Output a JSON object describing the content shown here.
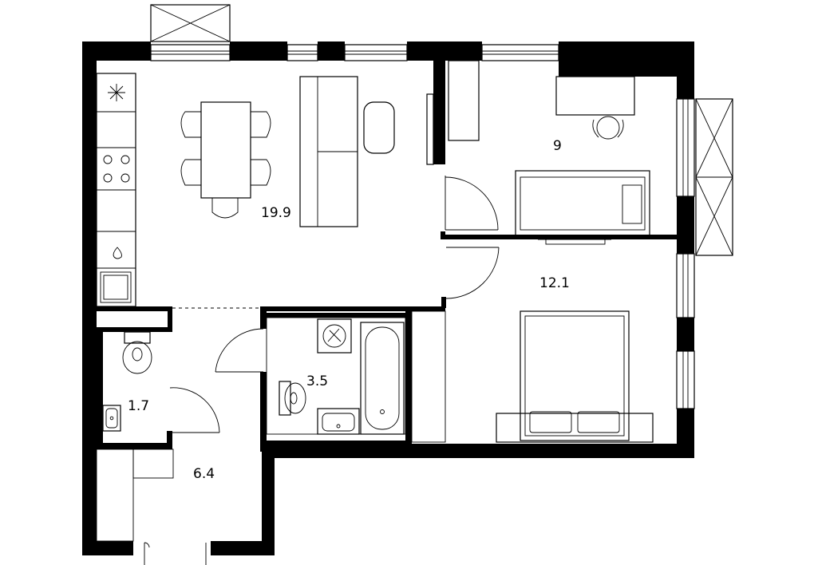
{
  "rooms": {
    "living_kitchen": {
      "area": "19.9"
    },
    "bedroom_small": {
      "area": "9"
    },
    "bedroom_large": {
      "area": "12.1"
    },
    "bathroom": {
      "area": "3.5"
    },
    "toilet": {
      "area": "1.7"
    },
    "hallway": {
      "area": "6.4"
    }
  },
  "colors": {
    "wall": "#000000",
    "background": "#ffffff"
  }
}
